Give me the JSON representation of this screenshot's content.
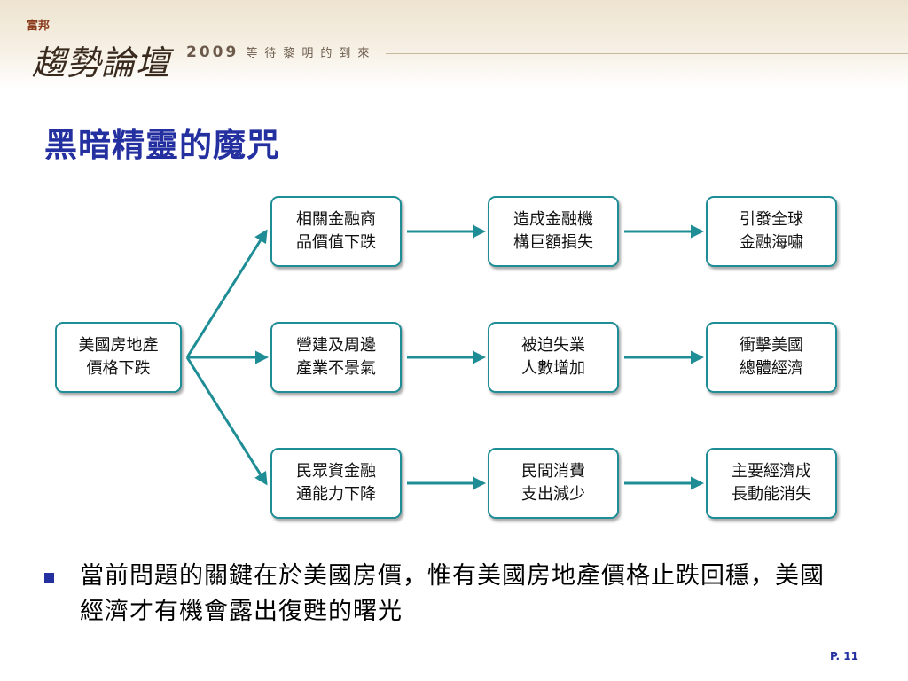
{
  "header": {
    "logo_small": "富邦",
    "logo_main": "趨勢論壇",
    "year": "2009",
    "tagline": "等待黎明的到來"
  },
  "title": "黑暗精靈的魔咒",
  "diagram": {
    "root": {
      "id": "root",
      "lines": [
        "美國房地產",
        "價格下跌"
      ]
    },
    "nodes": [
      {
        "id": "r1c1",
        "lines": [
          "相關金融商",
          "品價值下跌"
        ]
      },
      {
        "id": "r1c2",
        "lines": [
          "造成金融機",
          "構巨額損失"
        ]
      },
      {
        "id": "r1c3",
        "lines": [
          "引發全球",
          "金融海嘯"
        ]
      },
      {
        "id": "r2c1",
        "lines": [
          "營建及周邊",
          "產業不景氣"
        ]
      },
      {
        "id": "r2c2",
        "lines": [
          "被迫失業",
          "人數增加"
        ]
      },
      {
        "id": "r2c3",
        "lines": [
          "衝擊美國",
          "總體經濟"
        ]
      },
      {
        "id": "r3c1",
        "lines": [
          "民眾資金融",
          "通能力下降"
        ]
      },
      {
        "id": "r3c2",
        "lines": [
          "民間消費",
          "支出減少"
        ]
      },
      {
        "id": "r3c3",
        "lines": [
          "主要經濟成",
          "長動能消失"
        ]
      }
    ],
    "edges": [
      [
        "root",
        "r1c1"
      ],
      [
        "root",
        "r2c1"
      ],
      [
        "root",
        "r3c1"
      ],
      [
        "r1c1",
        "r1c2"
      ],
      [
        "r1c2",
        "r1c3"
      ],
      [
        "r2c1",
        "r2c2"
      ],
      [
        "r2c2",
        "r2c3"
      ],
      [
        "r3c1",
        "r3c2"
      ],
      [
        "r3c2",
        "r3c3"
      ]
    ],
    "colors": {
      "border": "#1f8d95",
      "arrow": "#1f8d95"
    }
  },
  "bullet": {
    "text": "當前問題的關鍵在於美國房價，惟有美國房地產價格止跌回穩，美國經濟才有機會露出復甦的曙光"
  },
  "page_number": "P. 11",
  "colors": {
    "title": "#2530a0",
    "accent": "#2530a0"
  }
}
